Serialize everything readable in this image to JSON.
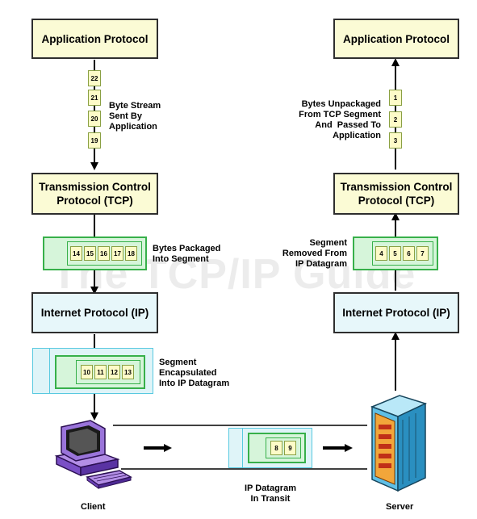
{
  "watermark": "The TCP/IP Guide",
  "client": {
    "app_label": "Application Protocol",
    "tcp_label": "Transmission Control Protocol (TCP)",
    "ip_label": "Internet Protocol (IP)",
    "stream_bytes": [
      "22",
      "21",
      "20",
      "19"
    ],
    "stream_note": "Byte Stream\nSent By\nApplication",
    "segment_bytes": [
      "14",
      "15",
      "16",
      "17",
      "18"
    ],
    "segment_note": "Bytes Packaged\nInto Segment",
    "datagram_bytes": [
      "10",
      "11",
      "12",
      "13"
    ],
    "datagram_note": "Segment\nEncapsulated\nInto IP Datagram",
    "caption": "Client"
  },
  "server": {
    "app_label": "Application Protocol",
    "tcp_label": "Transmission Control Protocol (TCP)",
    "ip_label": "Internet Protocol (IP)",
    "stream_bytes": [
      "1",
      "2",
      "3"
    ],
    "stream_note": "Bytes Unpackaged\nFrom TCP Segment\nAnd  Passed To\nApplication",
    "segment_bytes": [
      "4",
      "5",
      "6",
      "7"
    ],
    "segment_note": "Segment\nRemoved From\nIP Datagram",
    "caption": "Server"
  },
  "transit": {
    "bytes": [
      "8",
      "9"
    ],
    "note": "IP Datagram\nIn Transit"
  },
  "colors": {
    "layer_box_yellow": "#fbfbd5",
    "layer_box_blue": "#e7f7fa",
    "segment_green": "#37b04a",
    "datagram_cyan": "#58c9e0",
    "byte_cell": "#fdfbc8"
  }
}
